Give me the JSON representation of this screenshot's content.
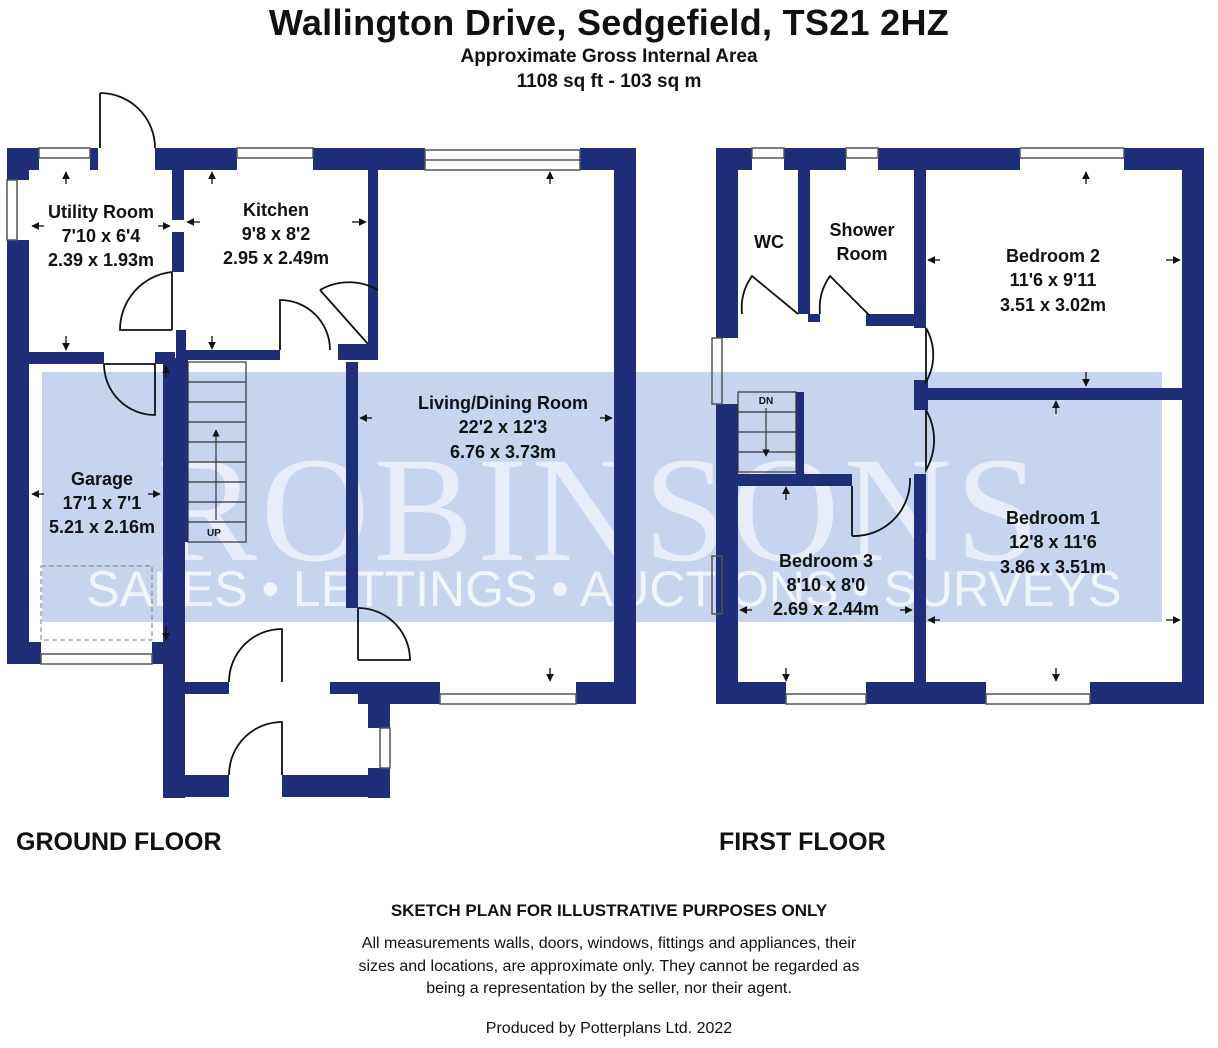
{
  "header": {
    "title": "Wallington Drive, Sedgefield, TS21 2HZ",
    "area_label": "Approximate Gross Internal Area",
    "area_value": "1108 sq ft - 103 sq m"
  },
  "watermark": {
    "brand": "ROBINSONS",
    "tagline": "SALES • LETTINGS • AUCTIONS • SURVEYS",
    "color": "#6b8fd8"
  },
  "colors": {
    "wall": "#1f2e78",
    "arrow": "#111111"
  },
  "ground_floor": {
    "label": "GROUND FLOOR",
    "stairs_label": "UP",
    "rooms": {
      "utility": {
        "name": "Utility Room",
        "imperial": "7'10 x 6'4",
        "metric": "2.39 x 1.93m"
      },
      "kitchen": {
        "name": "Kitchen",
        "imperial": "9'8 x 8'2",
        "metric": "2.95 x 2.49m"
      },
      "garage": {
        "name": "Garage",
        "imperial": "17'1 x 7'1",
        "metric": "5.21 x 2.16m"
      },
      "living": {
        "name": "Living/Dining Room",
        "imperial": "22'2 x 12'3",
        "metric": "6.76 x 3.73m"
      }
    }
  },
  "first_floor": {
    "label": "FIRST FLOOR",
    "stairs_label": "DN",
    "rooms": {
      "wc": {
        "name": "WC"
      },
      "shower": {
        "name_line1": "Shower",
        "name_line2": "Room"
      },
      "bedroom2": {
        "name": "Bedroom 2",
        "imperial": "11'6 x 9'11",
        "metric": "3.51 x 3.02m"
      },
      "bedroom1": {
        "name": "Bedroom 1",
        "imperial": "12'8 x 11'6",
        "metric": "3.86 x 3.51m"
      },
      "bedroom3": {
        "name": "Bedroom 3",
        "imperial": "8'10 x 8'0",
        "metric": "2.69 x 2.44m"
      }
    }
  },
  "footer": {
    "disclaimer_title": "SKETCH PLAN FOR ILLUSTRATIVE PURPOSES ONLY",
    "disclaimer_lines": [
      "All measurements walls, doors, windows, fittings and appliances, their",
      "sizes and locations, are approximate only. They cannot be regarded as",
      "being a representation by the seller, nor their agent."
    ],
    "produced_by": "Produced by Potterplans Ltd. 2022"
  }
}
